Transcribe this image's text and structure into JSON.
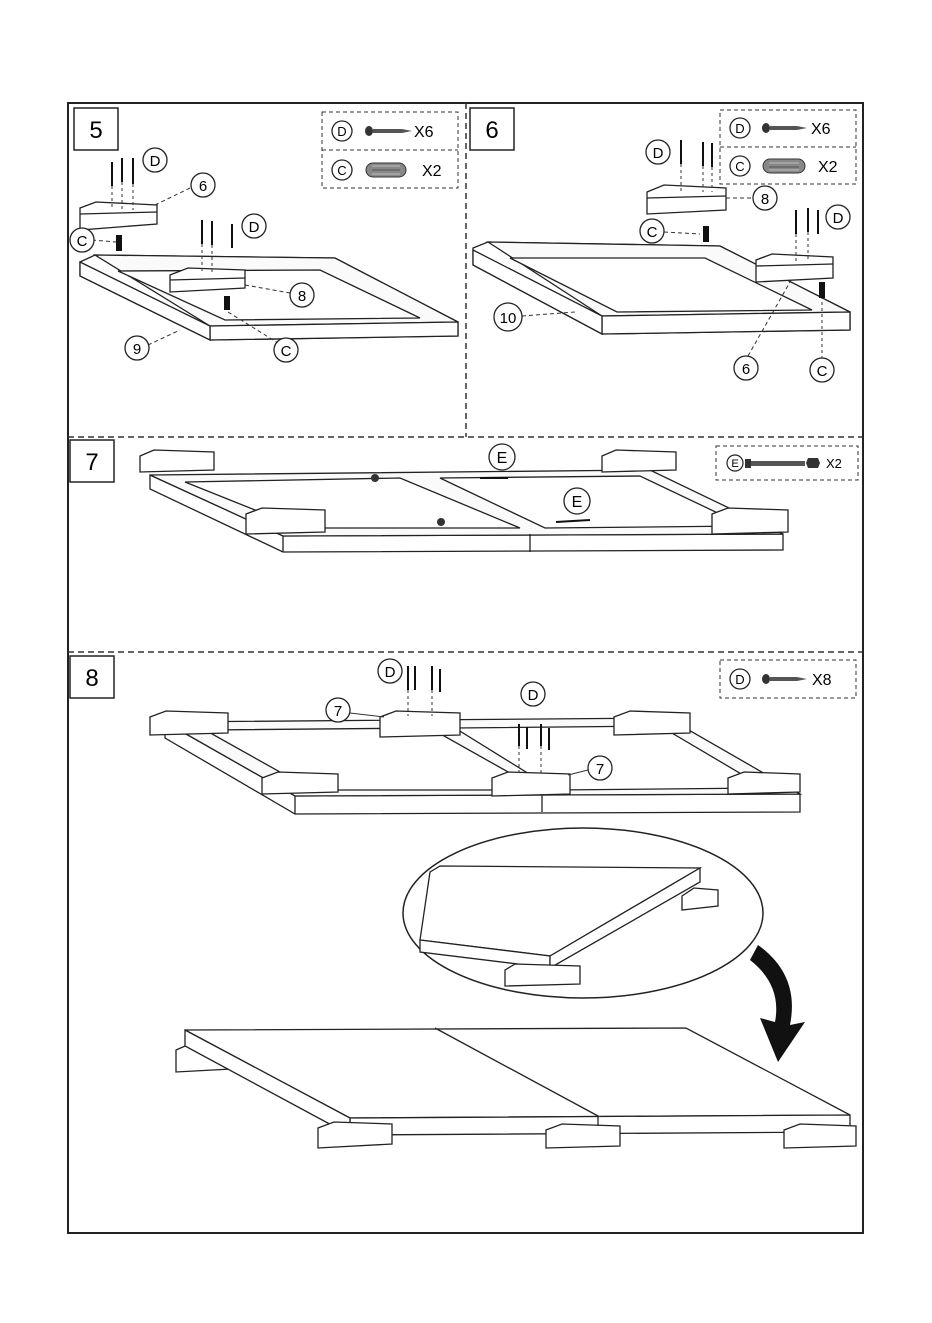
{
  "steps": [
    {
      "number": "5",
      "hardware": [
        {
          "letter": "D",
          "count": "X6",
          "icon": "screw-icon"
        },
        {
          "letter": "C",
          "count": "X2",
          "icon": "dowel-icon"
        }
      ],
      "callouts": [
        "D",
        "6",
        "C",
        "D",
        "8",
        "9",
        "C"
      ]
    },
    {
      "number": "6",
      "hardware": [
        {
          "letter": "D",
          "count": "X6",
          "icon": "screw-icon"
        },
        {
          "letter": "C",
          "count": "X2",
          "icon": "dowel-icon"
        }
      ],
      "callouts": [
        "D",
        "8",
        "C",
        "D",
        "10",
        "6",
        "C"
      ]
    },
    {
      "number": "7",
      "hardware": [
        {
          "letter": "E",
          "count": "X2",
          "icon": "bolt-icon"
        }
      ],
      "callouts": [
        "E",
        "E"
      ]
    },
    {
      "number": "8",
      "hardware": [
        {
          "letter": "D",
          "count": "X8",
          "icon": "screw-icon"
        }
      ],
      "callouts": [
        "D",
        "7",
        "D",
        "7"
      ]
    }
  ]
}
